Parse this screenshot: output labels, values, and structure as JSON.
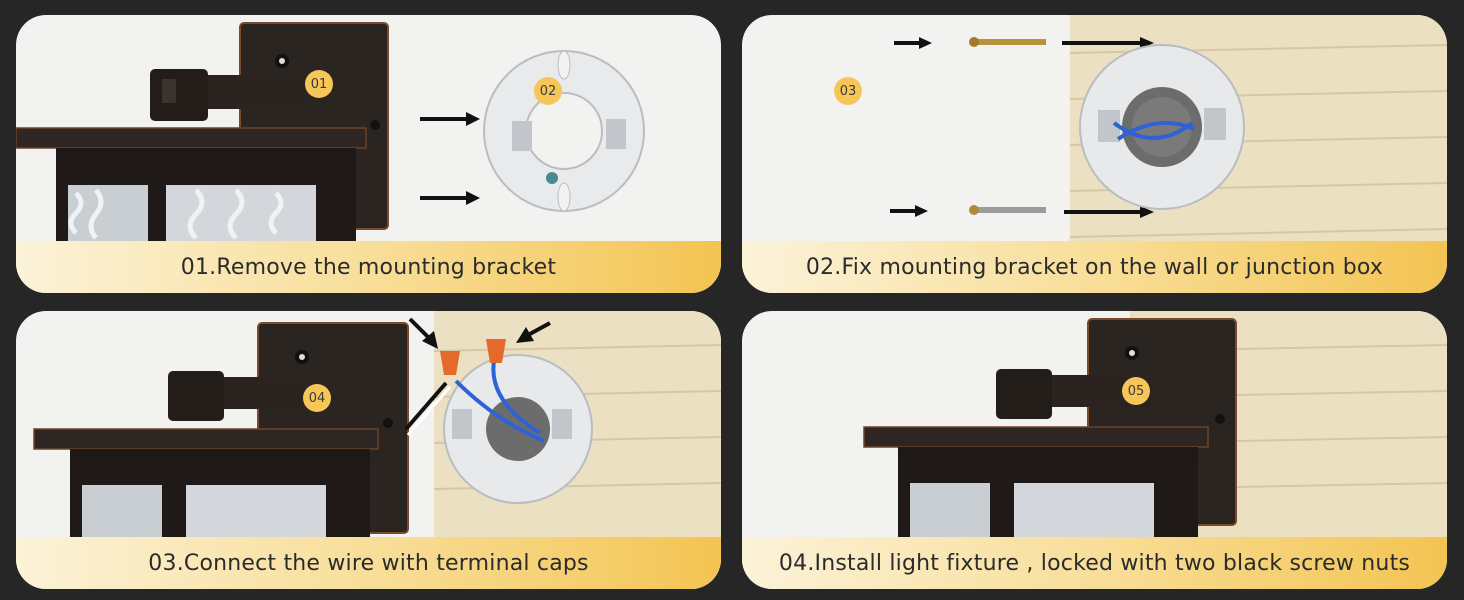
{
  "steps": [
    {
      "caption": "01.Remove the mounting bracket",
      "badges": [
        "01",
        "02"
      ]
    },
    {
      "caption": "02.Fix mounting bracket on the wall or junction box",
      "badges": [
        "03"
      ]
    },
    {
      "caption": "03.Connect the wire with terminal caps",
      "badges": [
        "04"
      ]
    },
    {
      "caption": "04.Install light fixture , locked with two black screw nuts",
      "badges": [
        "05"
      ]
    }
  ],
  "colors": {
    "frame": "#262626",
    "badge": "#f6c659",
    "caption_start": "#fbf2d8",
    "caption_end": "#f3c452",
    "fixture": "#2a2320",
    "siding": "#ece0c3"
  }
}
